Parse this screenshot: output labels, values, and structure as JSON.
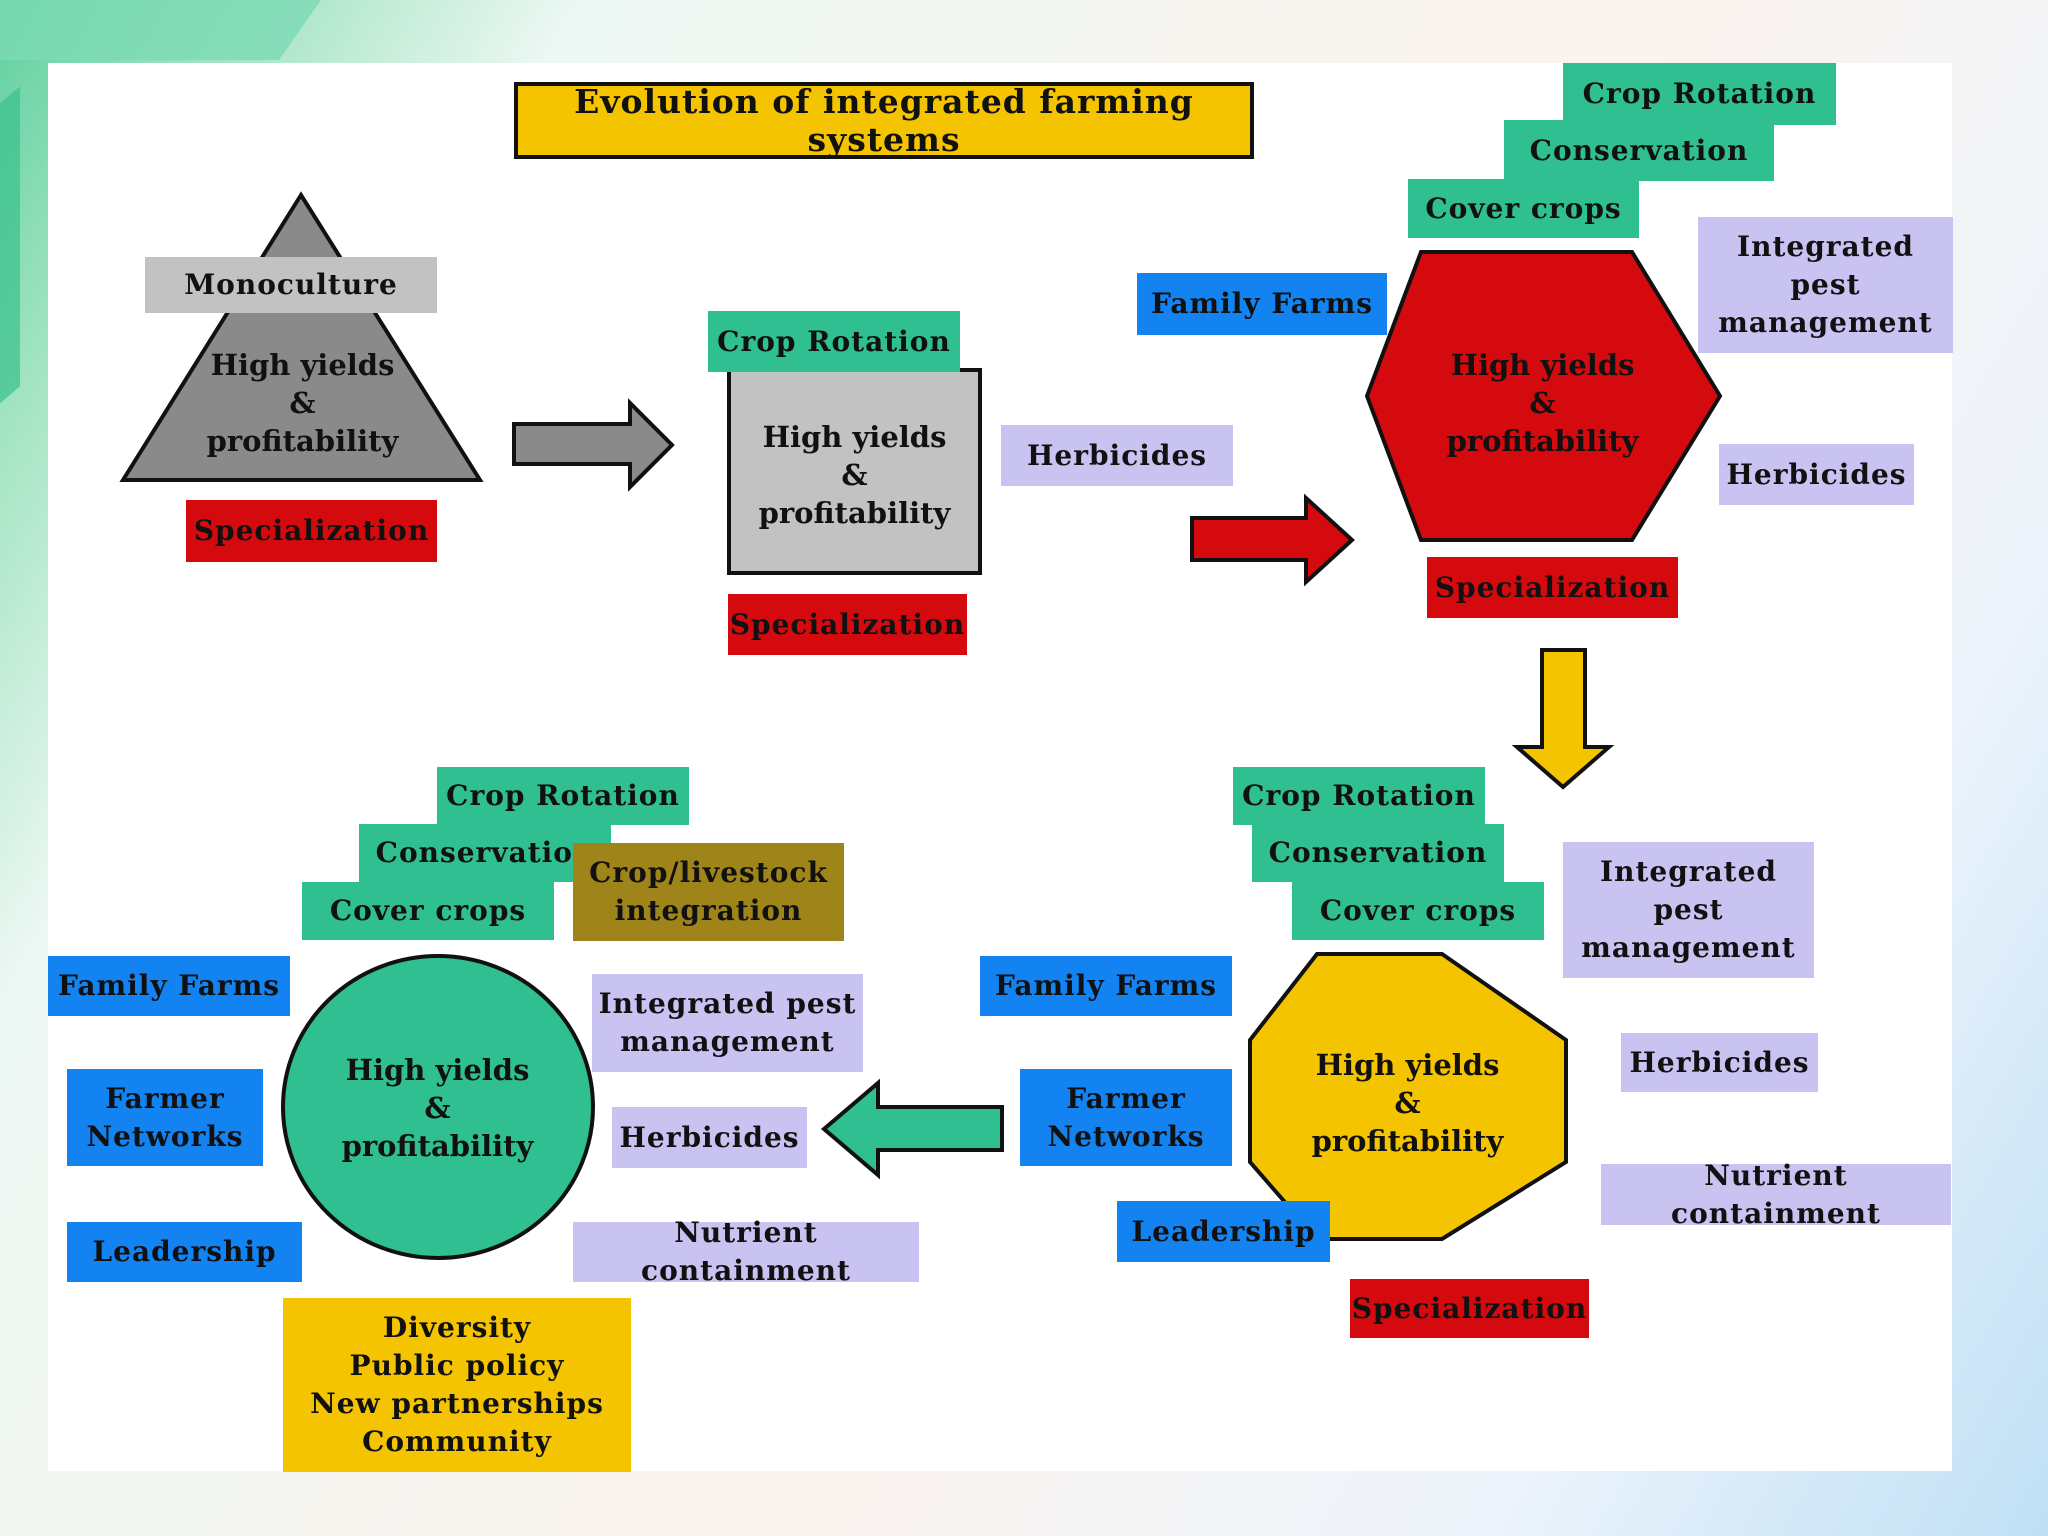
{
  "title": "Evolution of integrated farming systems",
  "core": "High yields\n&\nprofitability",
  "stage1": {
    "monoculture": "Monoculture",
    "specialization": "Specialization"
  },
  "stage2": {
    "crop_rotation": "Crop Rotation",
    "specialization": "Specialization",
    "herbicides": "Herbicides"
  },
  "stage3": {
    "crop_rotation": "Crop Rotation",
    "conservation": "Conservation",
    "cover_crops": "Cover crops",
    "family_farms": "Family Farms",
    "ipm": "Integrated\npest\nmanagement",
    "herbicides": "Herbicides",
    "specialization": "Specialization"
  },
  "stage4": {
    "crop_rotation": "Crop Rotation",
    "conservation": "Conservation",
    "cover_crops": "Cover crops",
    "ipm": "Integrated\npest\nmanagement",
    "herbicides": "Herbicides",
    "family_farms": "Family Farms",
    "farmer_networks": "Farmer\nNetworks",
    "nutrient": "Nutrient containment",
    "leadership": "Leadership",
    "specialization": "Specialization"
  },
  "stage5": {
    "crop_rotation": "Crop Rotation",
    "conservation": "Conservation",
    "cover_crops": "Cover crops",
    "crop_livestock": "Crop/livestock\nintegration",
    "family_farms": "Family Farms",
    "farmer_networks": "Farmer\nNetworks",
    "leadership": "Leadership",
    "ipm": "Integrated pest\nmanagement",
    "herbicides": "Herbicides",
    "nutrient": "Nutrient containment",
    "diversity": "Diversity\nPublic policy\nNew partnerships\nCommunity"
  },
  "colors": {
    "teal": "#2fbf91",
    "blue": "#1283f0",
    "lavender": "#c9c3f2",
    "red": "#d40a0f",
    "grey": "#c2c2c2",
    "gold": "#f5c400",
    "olive": "#9e8419"
  }
}
